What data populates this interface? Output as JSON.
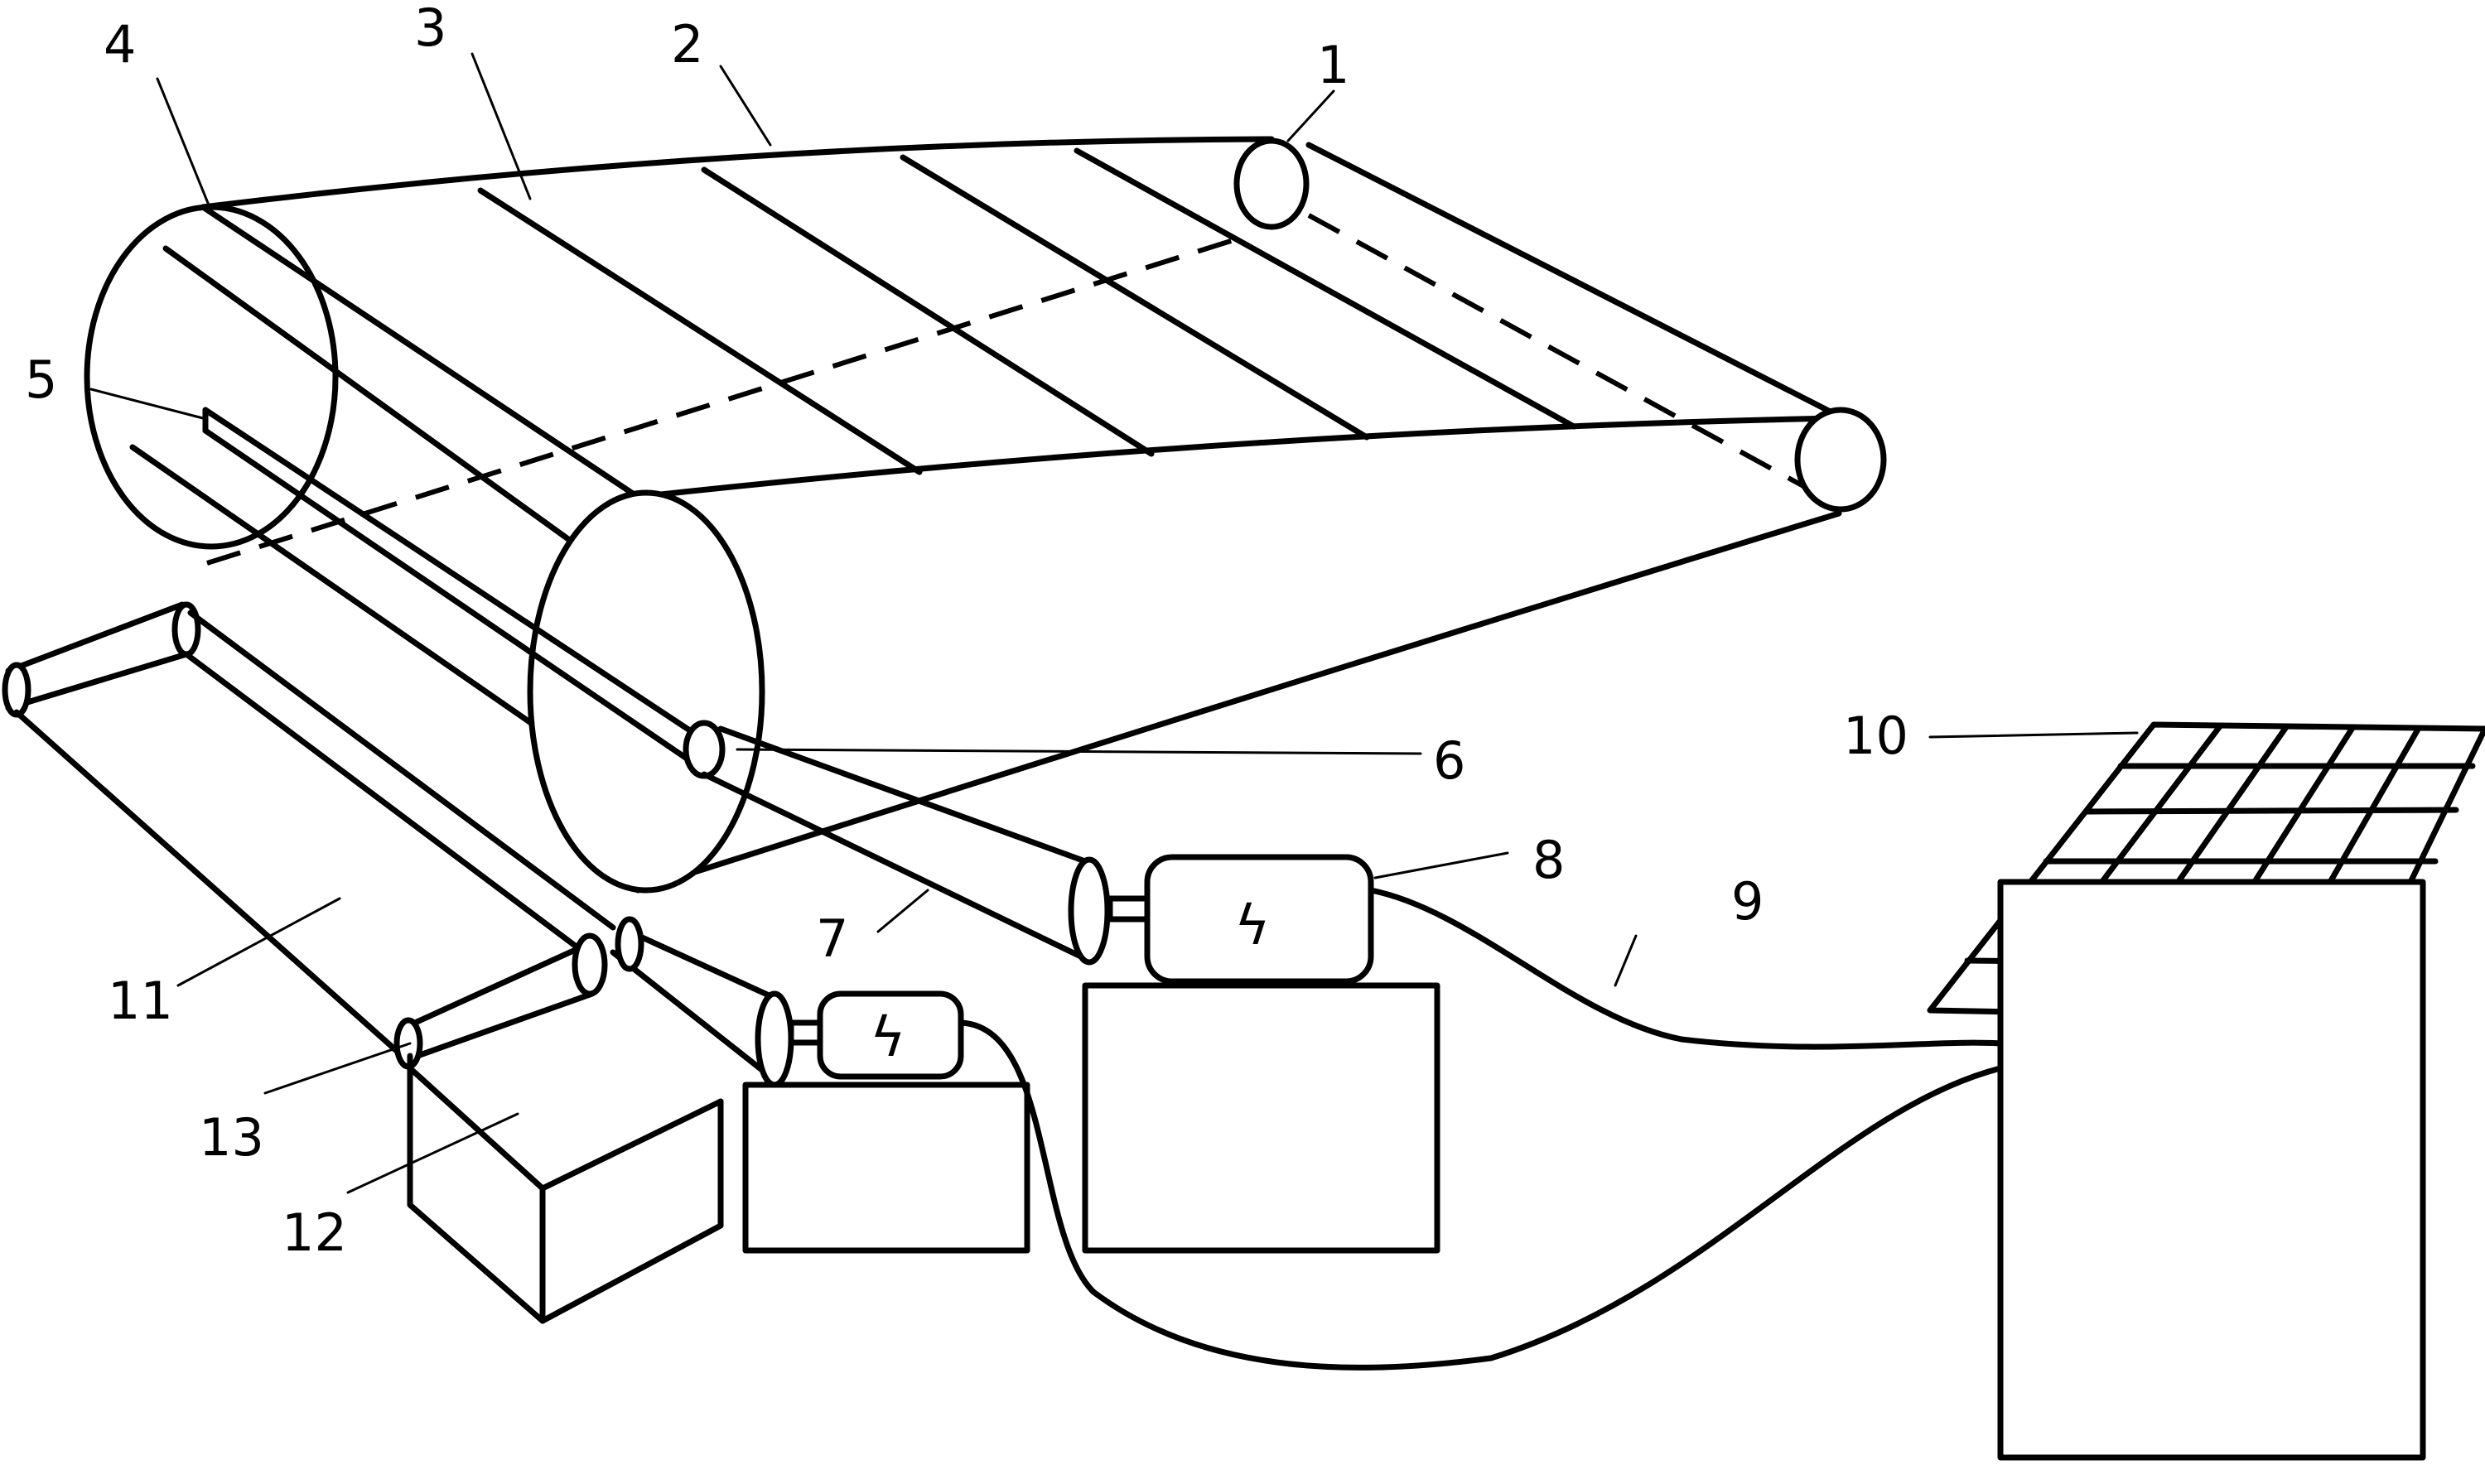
{
  "labels": {
    "l1": "1",
    "l2": "2",
    "l3": "3",
    "l4": "4",
    "l5": "5",
    "l6": "6",
    "l7": "7",
    "l8": "8",
    "l9": "9",
    "l10": "10",
    "l11": "11",
    "l12": "12",
    "l13": "13"
  },
  "icons": {
    "generator_symbol": "ϟ"
  }
}
